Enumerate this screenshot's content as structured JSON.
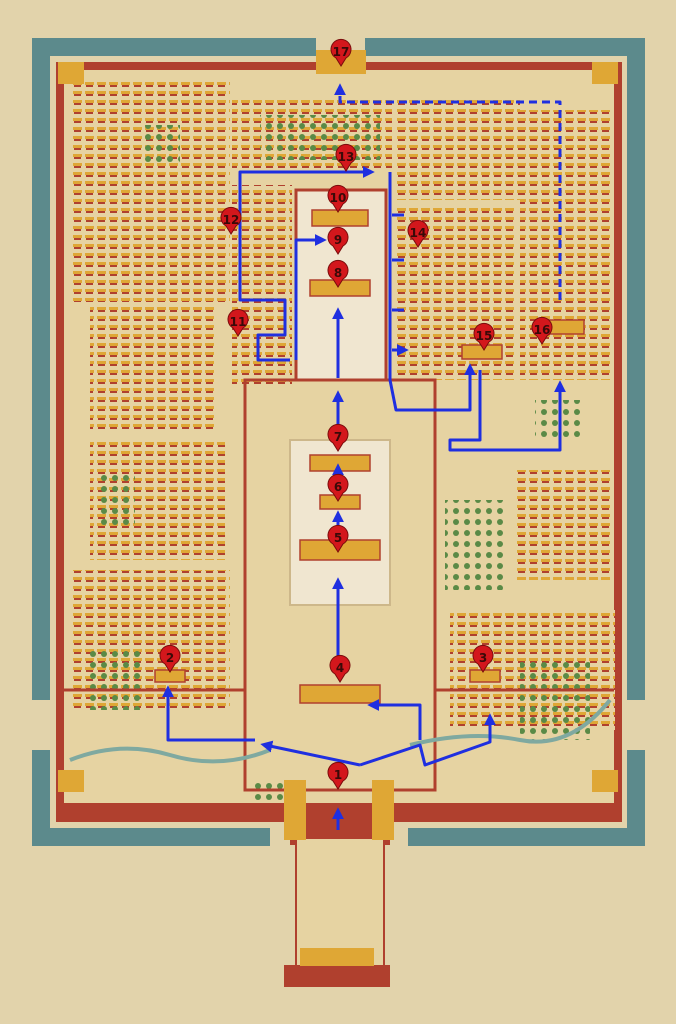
{
  "map": {
    "colors": {
      "parchment": "#e2d3ab",
      "moat": "#5c8a8c",
      "wall_red": "#b0402e",
      "roof_gold": "#dfa735",
      "courtyard": "#e6d3a2",
      "plaza_stone": "#f0e6d0",
      "tree_green": "#5a8a46",
      "route_blue": "#1f2fe0",
      "marker_red": "#d3171c"
    },
    "markers": [
      {
        "id": "1",
        "label": "1"
      },
      {
        "id": "2",
        "label": "2"
      },
      {
        "id": "3",
        "label": "3"
      },
      {
        "id": "4",
        "label": "4"
      },
      {
        "id": "5",
        "label": "5"
      },
      {
        "id": "6",
        "label": "6"
      },
      {
        "id": "7",
        "label": "7"
      },
      {
        "id": "8",
        "label": "8"
      },
      {
        "id": "9",
        "label": "9"
      },
      {
        "id": "10",
        "label": "10"
      },
      {
        "id": "11",
        "label": "11"
      },
      {
        "id": "12",
        "label": "12"
      },
      {
        "id": "13",
        "label": "13"
      },
      {
        "id": "14",
        "label": "14"
      },
      {
        "id": "15",
        "label": "15"
      },
      {
        "id": "16",
        "label": "16"
      },
      {
        "id": "17",
        "label": "17"
      }
    ],
    "icons": {
      "marker": "map-pin-icon",
      "route": "route-line",
      "arrow": "route-arrow-icon",
      "hall": "hall-roof-icon",
      "tree": "tree-icon"
    }
  }
}
